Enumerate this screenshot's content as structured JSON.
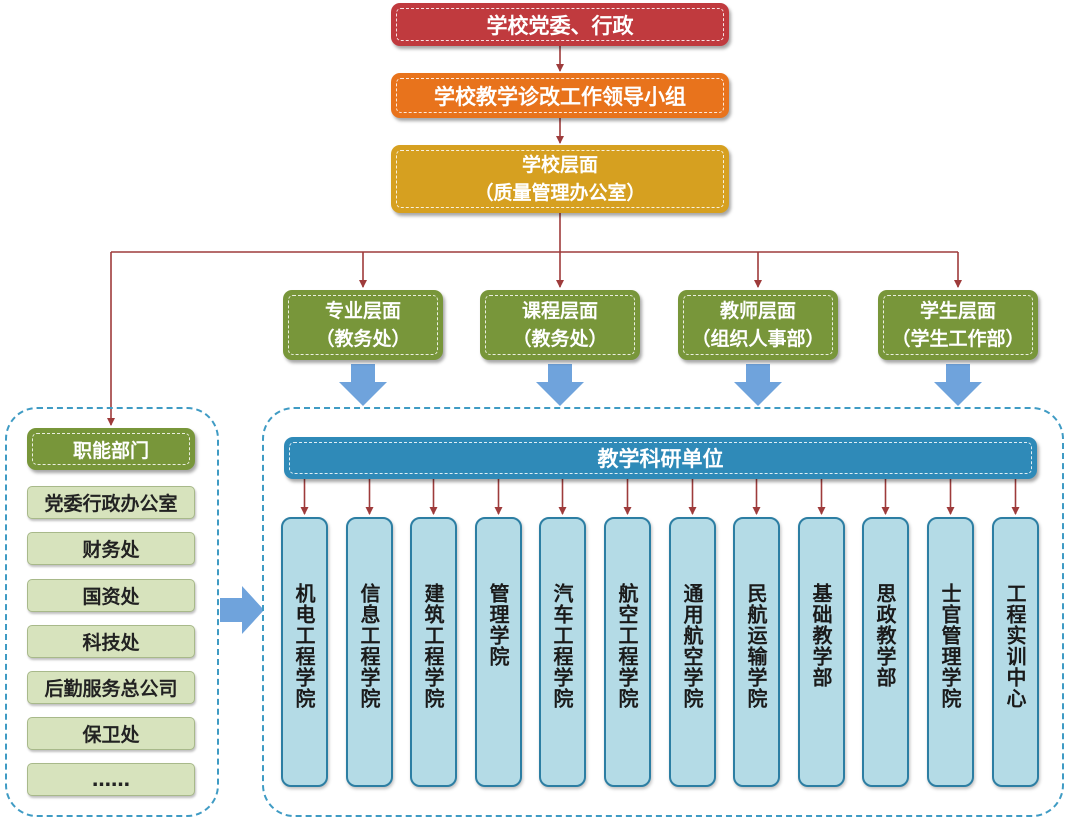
{
  "top": {
    "party_committee": "学校党委、行政",
    "leading_group": "学校教学诊改工作领导小组",
    "school_level_line1": "学校层面",
    "school_level_line2": "（质量管理办公室）"
  },
  "levels": [
    {
      "line1": "专业层面",
      "line2": "（教务处）"
    },
    {
      "line1": "课程层面",
      "line2": "（教务处）"
    },
    {
      "line1": "教师层面",
      "line2": "（组织人事部）"
    },
    {
      "line1": "学生层面",
      "line2": "（学生工作部）"
    }
  ],
  "functional": {
    "title": "职能部门",
    "items": [
      "党委行政办公室",
      "财务处",
      "国资处",
      "科技处",
      "后勤服务总公司",
      "保卫处",
      "……"
    ]
  },
  "teaching_units": {
    "title": "教学科研单位",
    "colleges": [
      "机电工程学院",
      "信息工程学院",
      "建筑工程学院",
      "管理学院",
      "汽车工程学院",
      "航空工程学院",
      "通用航空学院",
      "民航运输学院",
      "基础教学部",
      "思政教学部",
      "士官管理学院",
      "工程实训中心"
    ]
  },
  "colors": {
    "dark_red": "#c03a3e",
    "orange": "#e8731c",
    "gold": "#d6a020",
    "green": "#78963a",
    "light_green": "#d7e3bd",
    "blue": "#2f8ab8",
    "light_blue": "#b4dbe6",
    "arrow_blue": "#6fa3dc",
    "connector": "#9e3b3b"
  }
}
